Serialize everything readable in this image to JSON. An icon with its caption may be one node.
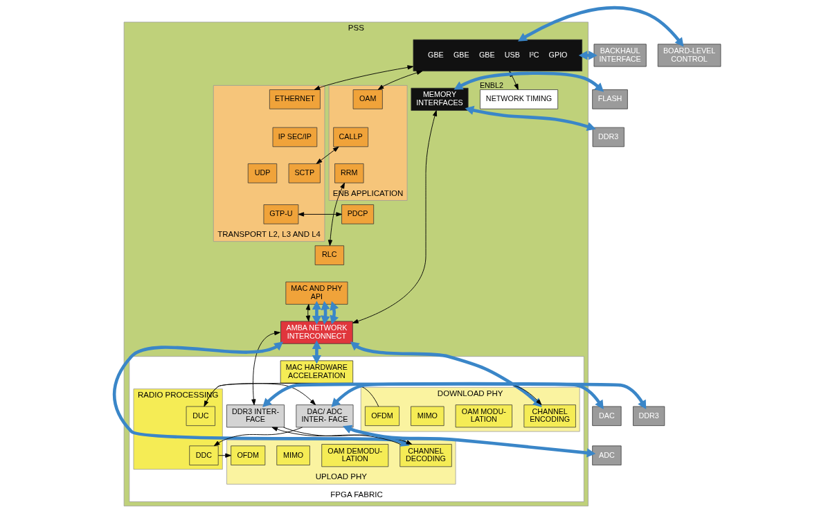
{
  "diagram": {
    "nodes": [
      {
        "text": [
          "PSS"
        ]
      },
      {
        "text": [
          "GBE",
          "GBE",
          "GBE",
          "USB",
          "I²C",
          "GPIO"
        ],
        "in": 0
      },
      {
        "text": [
          "NETWORK TIMING"
        ],
        "beside": [
          "ENBL2"
        ],
        "in": 0
      },
      {
        "text": [
          "TRANSPORT L2, L3 AND L4"
        ],
        "in": 0
      },
      {
        "text": [
          "ETHERNET"
        ],
        "in": 3
      },
      {
        "text": [
          "IP SEC/IP"
        ],
        "in": 3
      },
      {
        "text": [
          "UDP"
        ],
        "in": 3
      },
      {
        "text": [
          "GTP-U"
        ],
        "in": 3
      },
      {
        "text": [
          "SCTP"
        ],
        "in": 3
      },
      {
        "text": [
          "ENB APPLICATION"
        ],
        "in": 0
      },
      {
        "text": [
          "OAM"
        ],
        "in": 9
      },
      {
        "text": [
          "CALLP"
        ],
        "in": 9
      },
      {
        "text": [
          "RRM"
        ],
        "in": 9
      },
      {
        "text": [
          "PDCP"
        ],
        "in": 0
      },
      {
        "text": [
          "RLC"
        ],
        "in": 0
      },
      {
        "text": [
          "MAC AND PHY API"
        ],
        "in": 0
      },
      {
        "text": [
          "MEMORY INTERFACES"
        ],
        "in": 0
      },
      {
        "text": [
          "AMBA NETWORK INTERCONNECT"
        ],
        "in": 0
      },
      {
        "text": [
          "FPGA FABRIC"
        ],
        "in": 0
      },
      {
        "text": [
          "MAC HARDWARE ACCELERATION"
        ],
        "in": 18
      },
      {
        "text": [
          "DDR3 INTER- FACE"
        ],
        "in": 18
      },
      {
        "text": [
          "DOWNLOAD PHY"
        ],
        "in": 18
      },
      {
        "text": [
          "CHANNEL ENCODING"
        ],
        "in": 21
      },
      {
        "text": [
          "OAM MODU- LATION"
        ],
        "in": 21
      },
      {
        "text": [
          "MIMO"
        ],
        "in": 21
      },
      {
        "text": [
          "OFDM"
        ],
        "in": 21
      },
      {
        "text": [
          "UPLOAD PHY"
        ],
        "in": 18
      },
      {
        "text": [
          "CHANNEL DECODING"
        ],
        "in": 26
      },
      {
        "text": [
          "OAM DEMODU- LATION"
        ],
        "in": 26
      },
      {
        "text": [
          "MIMO"
        ],
        "in": 26
      },
      {
        "text": [
          "OFDM"
        ],
        "in": 26
      },
      {
        "text": [
          "RADIO PROCESSING"
        ],
        "in": 18
      },
      {
        "text": [
          "DUC"
        ],
        "in": 31
      },
      {
        "text": [
          "DDC"
        ],
        "in": 31
      },
      {
        "text": [
          "DAC/ ADC INTER- FACE"
        ],
        "in": 18
      },
      {
        "text": [
          "BACKHAUL INTERFACE"
        ]
      },
      {
        "text": [
          "BOARD-LEVEL CONTROL"
        ]
      },
      {
        "text": [
          "FLASH"
        ]
      },
      {
        "text": [
          "DDR3"
        ]
      },
      {
        "text": [
          "DAC"
        ]
      },
      {
        "text": [
          "ADC"
        ]
      },
      {
        "text": [
          "DDR3"
        ]
      }
    ],
    "edges": [
      {
        "from": 35,
        "to": 1,
        "arrow": "both",
        "style": "thick",
        "color": "#3a86c8"
      },
      {
        "from": 1,
        "to": 36,
        "arrow": "both",
        "style": "thick",
        "color": "#3a86c8"
      },
      {
        "from": 1,
        "to": 2,
        "arrow": "both"
      },
      {
        "from": 1,
        "to": 4,
        "arrow": "both"
      },
      {
        "from": 1,
        "to": 10,
        "arrow": "both"
      },
      {
        "from": 16,
        "to": 37,
        "arrow": "both",
        "style": "thick",
        "color": "#3a86c8"
      },
      {
        "from": 16,
        "to": 38,
        "arrow": "both",
        "style": "thick",
        "color": "#3a86c8"
      },
      {
        "from": 13,
        "to": 7,
        "arrow": "both"
      },
      {
        "from": 8,
        "to": 11,
        "arrow": "both"
      },
      {
        "from": 12,
        "to": 14,
        "arrow": "both"
      },
      {
        "from": 15,
        "to": 17,
        "arrow": "both"
      },
      {
        "from": 15,
        "to": 17,
        "arrow": "both",
        "style": "thick",
        "color": "#3a86c8"
      },
      {
        "from": 15,
        "to": 17,
        "arrow": "both",
        "style": "thick",
        "color": "#3a86c8"
      },
      {
        "from": 15,
        "to": 17,
        "arrow": "both",
        "style": "thick",
        "color": "#3a86c8"
      },
      {
        "from": 16,
        "to": 17,
        "arrow": "both"
      },
      {
        "from": 17,
        "to": 20,
        "arrow": "both"
      },
      {
        "from": 17,
        "to": 19,
        "arrow": "both",
        "style": "thick",
        "color": "#3a86c8"
      },
      {
        "from": 17,
        "to": 27,
        "arrow": "both",
        "style": "thick",
        "color": "#3a86c8"
      },
      {
        "from": 17,
        "to": 22,
        "arrow": "both",
        "style": "thick",
        "color": "#3a86c8"
      },
      {
        "from": 20,
        "to": 22,
        "arrow": "to"
      },
      {
        "from": 20,
        "to": 27,
        "arrow": "to"
      },
      {
        "from": 27,
        "to": 20,
        "arrow": "to"
      },
      {
        "from": 25,
        "to": 32,
        "arrow": "to"
      },
      {
        "from": 32,
        "to": 34,
        "arrow": "to"
      },
      {
        "from": 34,
        "to": 33,
        "arrow": "to"
      },
      {
        "from": 33,
        "to": 30,
        "arrow": "to"
      },
      {
        "from": 34,
        "to": 39,
        "arrow": "both",
        "style": "thick",
        "color": "#3a86c8"
      },
      {
        "from": 34,
        "to": 40,
        "arrow": "both",
        "style": "thick",
        "color": "#3a86c8"
      },
      {
        "from": 41,
        "to": 20,
        "arrow": "both",
        "style": "thick",
        "color": "#3a86c8"
      }
    ]
  }
}
